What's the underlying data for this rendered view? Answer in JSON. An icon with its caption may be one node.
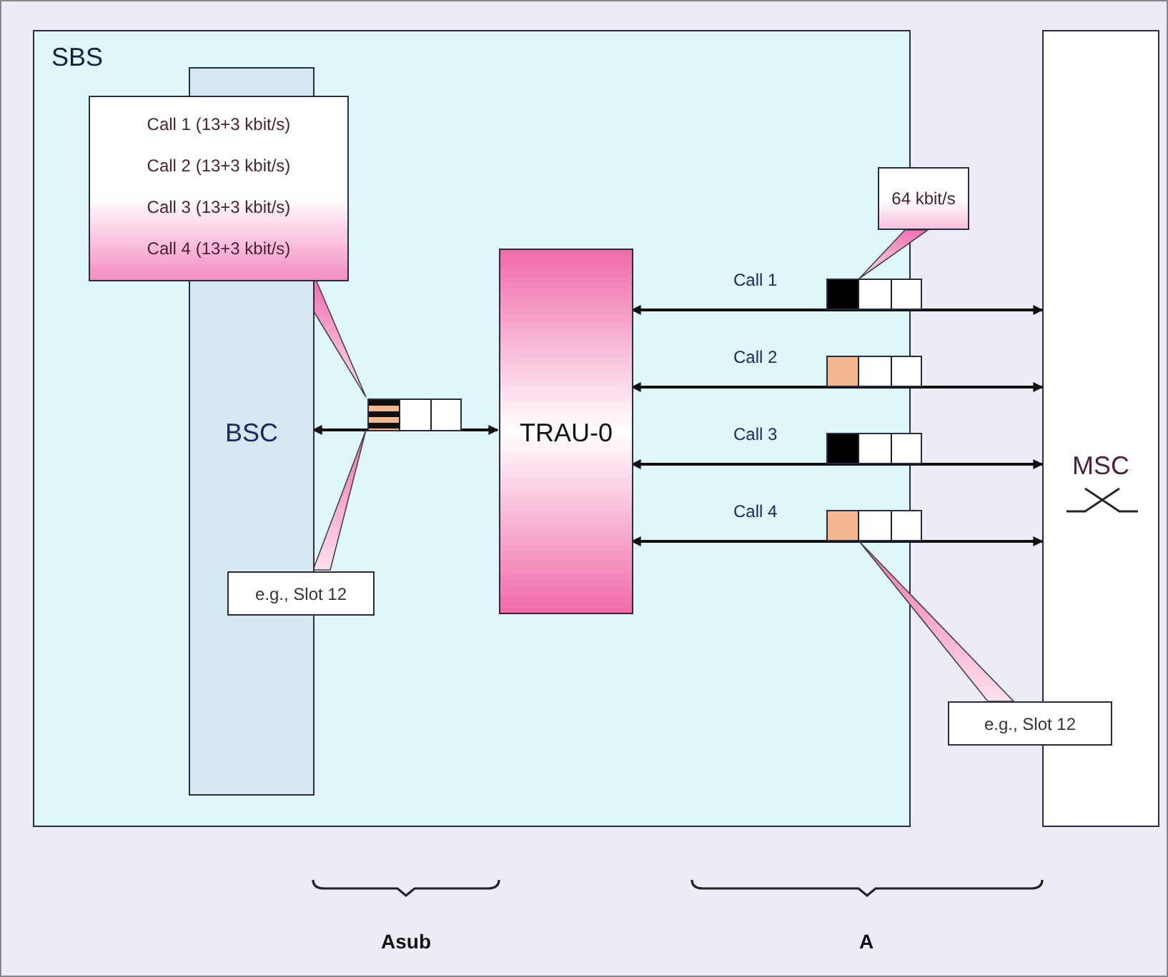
{
  "diagram": {
    "nodes": [
      {
        "text": [
          "SBS"
        ]
      },
      {
        "text": [
          "BSC"
        ],
        "in": 0
      },
      {
        "text": [
          "TRAU-0"
        ],
        "in": 0
      },
      {
        "text": [
          "MSC"
        ]
      },
      {
        "text": [
          "Call 1 (13+3 kbit/s)",
          "Call 2 (13+3 kbit/s)",
          "Call 3 (13+3 kbit/s)",
          "Call 4 (13+3 kbit/s)"
        ],
        "in": 0
      },
      {
        "text": [
          "e.g., Slot 12"
        ],
        "in": 0
      },
      {
        "text": [
          "64 kbit/s"
        ]
      },
      {
        "text": [
          "e.g., Slot 12"
        ]
      },
      {
        "text": [],
        "shape": "box",
        "in": 0
      },
      {
        "text": [],
        "shape": "box"
      },
      {
        "text": [],
        "shape": "box"
      },
      {
        "text": [],
        "shape": "box"
      },
      {
        "text": [],
        "shape": "box"
      }
    ],
    "edges": [
      {
        "from": 1,
        "to": 2,
        "arrow": "both"
      },
      {
        "from": 2,
        "to": 3,
        "arrow": "both",
        "label": "Call 1"
      },
      {
        "from": 2,
        "to": 3,
        "arrow": "both",
        "label": "Call 2"
      },
      {
        "from": 2,
        "to": 3,
        "arrow": "both",
        "label": "Call 3"
      },
      {
        "from": 2,
        "to": 3,
        "arrow": "both",
        "label": "Call 4"
      },
      {
        "from": 4,
        "to": 8,
        "arrow": "none"
      },
      {
        "from": 5,
        "to": 8,
        "arrow": "none"
      },
      {
        "from": 6,
        "to": 9,
        "arrow": "none"
      },
      {
        "from": 7,
        "to": 12,
        "arrow": "none"
      }
    ],
    "labels": [
      "Asub",
      "A"
    ]
  }
}
